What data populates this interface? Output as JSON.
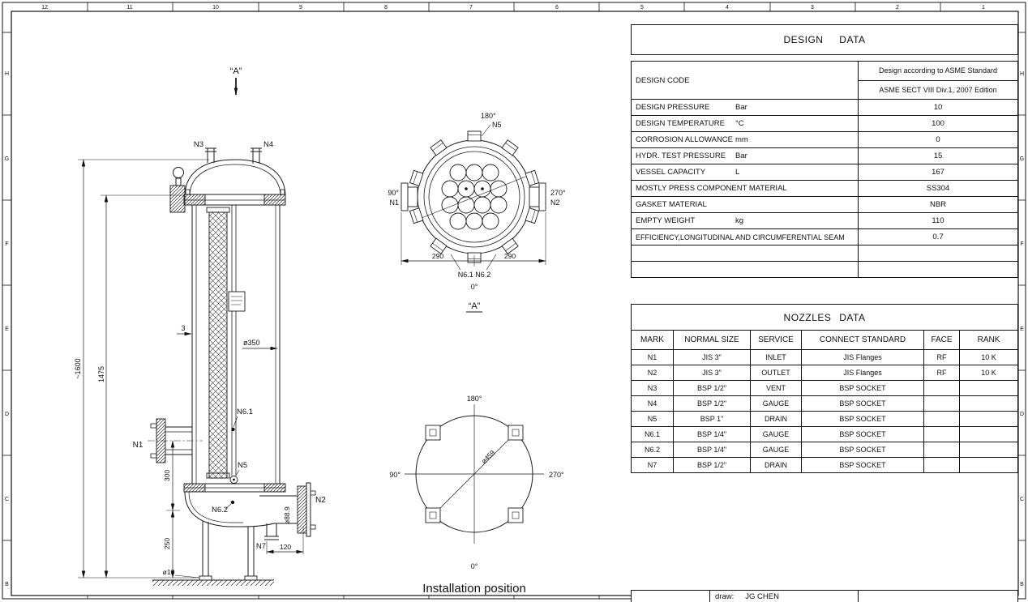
{
  "sheet": {
    "top_numbers": [
      "12",
      "11",
      "10",
      "9",
      "8",
      "7",
      "6",
      "5",
      "4",
      "3",
      "2",
      "1"
    ],
    "left_letters": [
      "H",
      "G",
      "F",
      "E",
      "D",
      "C",
      "B"
    ],
    "right_letters": [
      "H",
      "G",
      "F",
      "E",
      "D",
      "C",
      "B"
    ]
  },
  "vessel": {
    "section_label": "“A”",
    "labels": {
      "n1": "N1",
      "n2": "N2",
      "n3": "N3",
      "n4": "N4",
      "n5": "N5",
      "n7": "N7",
      "n61": "N6.1",
      "n62": "N6.2"
    },
    "dims": {
      "overall": "~1600",
      "inner": "1475",
      "d300": "300",
      "d250": "250",
      "wall": "3",
      "shell_od": "ø350",
      "pipe_od": "ø88.9",
      "bolt": "ø18",
      "d120": "120"
    }
  },
  "section_view": {
    "deg180": "180°",
    "deg90": "90°",
    "deg270": "270°",
    "deg0": "0°",
    "n5": "N5",
    "n1": "N1",
    "n2": "N2",
    "dim_left": "290",
    "dim_right": "290",
    "n6_labels": "N6.1 N6.2",
    "view_label": "“A”"
  },
  "install_view": {
    "deg180": "180°",
    "deg90": "90°",
    "deg270": "270°",
    "deg0": "0°",
    "dia": "ø459",
    "caption": "Installation position"
  },
  "design_data": {
    "title": "DESIGN DATA",
    "code_row": {
      "label": "DESIGN CODE",
      "value_top": "Design according to ASME Standard",
      "value_bottom": "ASME SECT VIII Div.1, 2007 Edition"
    },
    "rows": [
      {
        "label": "DESIGN PRESSURE",
        "unit": "Bar",
        "value": "10"
      },
      {
        "label": "DESIGN TEMPERATURE",
        "unit": "°C",
        "value": "100"
      },
      {
        "label": "CORROSION  ALLOWANCE",
        "unit": "mm",
        "value": "0"
      },
      {
        "label": "HYDR. TEST PRESSURE",
        "unit": "Bar",
        "value": "15"
      },
      {
        "label": "VESSEL CAPACITY",
        "unit": "L",
        "value": "167"
      },
      {
        "label": "MOSTLY PRESS COMPONENT MATERIAL",
        "unit": "",
        "value": "SS304"
      },
      {
        "label": "GASKET MATERIAL",
        "unit": "",
        "value": "NBR"
      },
      {
        "label": "EMPTY WEIGHT",
        "unit": "kg",
        "value": "110"
      },
      {
        "label": "EFFICIENCY,LONGITUDINAL AND CIRCUMFERENTIAL SEAM",
        "unit": "",
        "value": "0.7"
      }
    ]
  },
  "nozzles": {
    "title": "NOZZLES DATA",
    "headers": [
      "MARK",
      "NORMAL SIZE",
      "SERVICE",
      "CONNECT STANDARD",
      "FACE",
      "RANK"
    ],
    "rows": [
      [
        "N1",
        "JIS 3\"",
        "INLET",
        "JIS Flanges",
        "RF",
        "10 K"
      ],
      [
        "N2",
        "JIS 3\"",
        "OUTLET",
        "JIS Flanges",
        "RF",
        "10 K"
      ],
      [
        "N3",
        "BSP 1/2\"",
        "VENT",
        "BSP SOCKET",
        "",
        ""
      ],
      [
        "N4",
        "BSP 1/2\"",
        "GAUGE",
        "BSP SOCKET",
        "",
        ""
      ],
      [
        "N5",
        "BSP 1\"",
        "DRAIN",
        "BSP SOCKET",
        "",
        ""
      ],
      [
        "N6.1",
        "BSP 1/4\"",
        "GAUGE",
        "BSP SOCKET",
        "",
        ""
      ],
      [
        "N6.2",
        "BSP 1/4\"",
        "GAUGE",
        "BSP SOCKET",
        "",
        ""
      ],
      [
        "N7",
        "BSP 1/2\"",
        "DRAIN",
        "BSP SOCKET",
        "",
        ""
      ]
    ]
  },
  "title_block": {
    "draw_label": "draw:",
    "draw_value": "JG CHEN"
  }
}
